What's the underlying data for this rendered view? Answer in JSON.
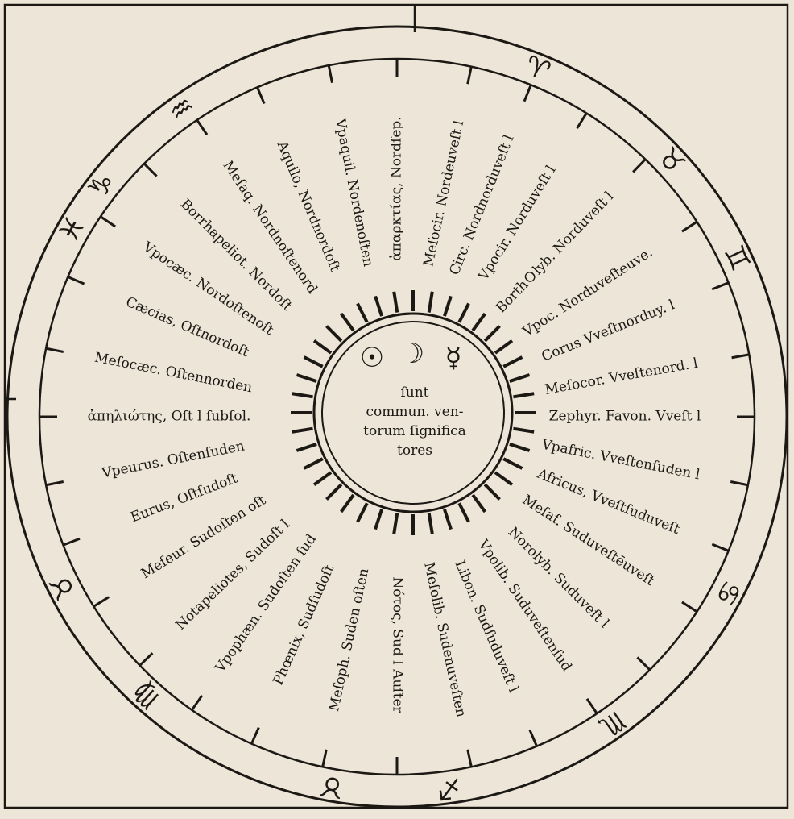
{
  "center": {
    "planet_symbols": [
      "☉",
      "☽",
      "☿"
    ],
    "caption_lines": [
      "ſunt",
      "commun. ven-",
      "torum ſignifica",
      "tores"
    ]
  },
  "winds": [
    {
      "deg": 0,
      "label": "ἀπαρκτίας, Nordſep."
    },
    {
      "deg": 12,
      "label": "Meſocir. Nordeuveſt l"
    },
    {
      "deg": 22,
      "label": "Circ. Nordnorduveſt l"
    },
    {
      "deg": 32,
      "label": "Vpocir. Norduveſt l"
    },
    {
      "deg": 44,
      "label": "BorthＯlyb. Norduveſt l"
    },
    {
      "deg": 57,
      "label": "Vpoc. Norduveſteuve."
    },
    {
      "deg": 68,
      "label": "Corus Vveſtnorduy. l"
    },
    {
      "deg": 80,
      "label": "Meſocor. Vveſtenord. l"
    },
    {
      "deg": 90,
      "label": "Zephyr. Favon. Vveſt l"
    },
    {
      "deg": 101,
      "label": "Vpafric. Vveſtenſuden l"
    },
    {
      "deg": 112,
      "label": "Africus, Vveſtſuduveſt"
    },
    {
      "deg": 123,
      "label": "Meſaf. Suduveſtēuveſt"
    },
    {
      "deg": 135,
      "label": "Norolyb. Suduveſt l"
    },
    {
      "deg": 146,
      "label": "Vpolib. Suduveſtenſud"
    },
    {
      "deg": 157,
      "label": "Libon. Sudſuduveſt l"
    },
    {
      "deg": 168,
      "label": "Meſolib. Sudenuveſten"
    },
    {
      "deg": 180,
      "label": "Νότος, Sud l Auſter"
    },
    {
      "deg": 192,
      "label": "Meſoph. Suden oſten"
    },
    {
      "deg": 204,
      "label": "Phœnix, Sudſudoſt"
    },
    {
      "deg": 215,
      "label": "Vpophæn. Sudoſten ſud"
    },
    {
      "deg": 226,
      "label": "Notapeliotes, Sudoſt l"
    },
    {
      "deg": 238,
      "label": "Meſeur. Sudoſten oſt"
    },
    {
      "deg": 249,
      "label": "Eurus, Oſtſudoſt"
    },
    {
      "deg": 259,
      "label": "Vpeurus. Oſtenſuden"
    },
    {
      "deg": 270,
      "label": "ἀπηλιώτης, Oſt l ſubſol."
    },
    {
      "deg": 281,
      "label": "Meſocæc. Oſtennorden"
    },
    {
      "deg": 293,
      "label": "Cæcias, Oſtnordoſt"
    },
    {
      "deg": 304,
      "label": "Vpocæc. Nordoſtenoſt"
    },
    {
      "deg": 315,
      "label": "Borrhapeliot. Nordoſt"
    },
    {
      "deg": 326,
      "label": "Meſaq. Nordnoſtenord"
    },
    {
      "deg": 337,
      "label": "Aquilo, Nordnordoſt"
    },
    {
      "deg": 349,
      "label": "Vpaquil. Nordenoſten"
    }
  ],
  "zodiac": [
    {
      "deg": 325,
      "sign": "♒"
    },
    {
      "deg": 22,
      "sign": "♈"
    },
    {
      "deg": 47,
      "sign": "♉"
    },
    {
      "deg": 65,
      "sign": "♊"
    },
    {
      "deg": 118,
      "sign": "♋"
    },
    {
      "deg": 145,
      "sign": "♏"
    },
    {
      "deg": 172,
      "sign": "♐"
    },
    {
      "deg": 190,
      "sign": "♉"
    },
    {
      "deg": 222,
      "sign": "♍"
    },
    {
      "deg": 243,
      "sign": "♉"
    },
    {
      "deg": 300,
      "sign": "♓"
    },
    {
      "deg": 308,
      "sign": "♑"
    }
  ]
}
